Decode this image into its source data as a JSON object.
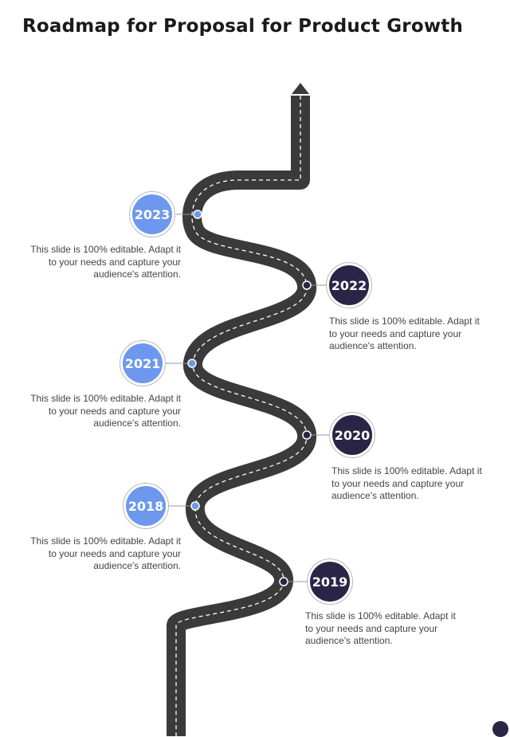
{
  "title": "Roadmap for Proposal for Product Growth",
  "colors": {
    "road": "#3a3a3a",
    "light_badge": "#6d98ee",
    "dark_badge": "#2a2547"
  },
  "milestones": [
    {
      "year": "2023",
      "text": "This slide is 100% editable. Adapt it to your needs and capture your audience's attention."
    },
    {
      "year": "2022",
      "text": "This slide is 100% editable. Adapt it to your needs and capture your audience's attention."
    },
    {
      "year": "2021",
      "text": "This slide is 100% editable. Adapt it to your needs and capture your audience's attention."
    },
    {
      "year": "2020",
      "text": "This slide is 100% editable. Adapt it to your needs and capture your audience's attention."
    },
    {
      "year": "2018",
      "text": "This slide is 100% editable. Adapt it to your needs and capture your audience's attention."
    },
    {
      "year": "2019",
      "text": "This slide is 100% editable. Adapt it to your needs and capture your audience's attention."
    }
  ]
}
